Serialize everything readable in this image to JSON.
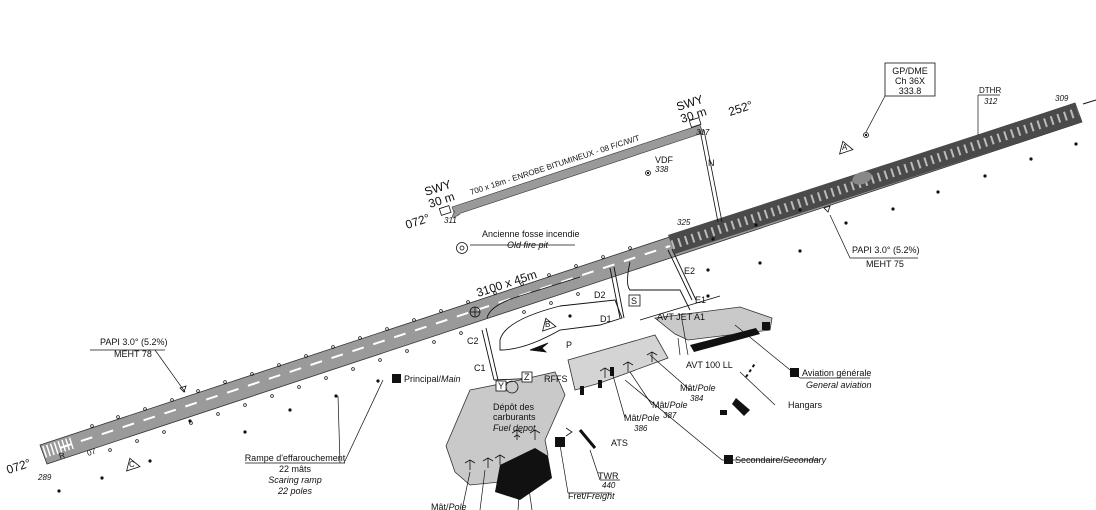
{
  "runway": {
    "dimensions": "3100 x 45m",
    "threshold_west_heading": "072°",
    "threshold_west_elevation": "289",
    "threshold_east_elevation": "309",
    "dthr_label": "DTHR",
    "dthr_elevation": "312",
    "threshold_marks": [
      "07",
      "R"
    ],
    "elevation_325": "325"
  },
  "secondary_runway": {
    "description": "700 x 18m - ENROBE BITUMINEUX - 08 F/C/W/T",
    "heading_west": "072°",
    "heading_east": "252°",
    "swy_west_label": "SWY",
    "swy_west_length": "30 m",
    "swy_west_elevation": "311",
    "swy_east_label": "SWY",
    "swy_east_length": "30 m",
    "swy_east_elevation": "317",
    "taxi_n_label": "N"
  },
  "navaids": {
    "gp_dme_lines": [
      "GP/DME",
      "Ch 36X",
      "333.8"
    ],
    "vdf_label": "VDF",
    "vdf_elevation": "338",
    "papi_west": "PAPI  3.0° (5.2%)",
    "meht_west": "MEHT 78",
    "papi_east": "PAPI  3.0° (5.2%)",
    "meht_east": "MEHT 75"
  },
  "taxiways": [
    "C1",
    "C2",
    "D1",
    "D2",
    "E1",
    "E2",
    "P"
  ],
  "markers": {
    "s": "S",
    "y": "Y",
    "z": "Z",
    "a": "A",
    "b": "B",
    "c": "C"
  },
  "labels": {
    "old_fire_pit_fr": "Ancienne fosse incendie",
    "old_fire_pit_en": "Old fire pit",
    "principal_main_fr": "Principal/",
    "principal_main_en": "Main",
    "fuel_depot_fr_1": "Dépôt des",
    "fuel_depot_fr_2": "carburants",
    "fuel_depot_en": "Fuel depot",
    "rffs": "RFFS",
    "avt_jet": "AVT JET A1",
    "avt_100": "AVT 100 LL",
    "aviation_generale_fr": "Aviation générale",
    "aviation_generale_en": "General aviation",
    "hangars": "Hangars",
    "secondaire_fr": "Secondaire/",
    "secondaire_en": "Secondary",
    "scaring_ramp_fr_1": "Rampe d'effarouchement",
    "scaring_ramp_fr_2": "22 mâts",
    "scaring_ramp_en_1": "Scaring ramp",
    "scaring_ramp_en_2": "22 poles",
    "ats": "ATS",
    "twr": "TWR",
    "twr_elevation": "440",
    "freight_fr": "Fret/",
    "freight_en": "Freight",
    "mat_pole_fr": "Mât/",
    "mat_pole_en": "Pole",
    "pole_384": "384",
    "pole_387": "387",
    "pole_386": "386",
    "p_badge": "P"
  },
  "colors": {
    "runway": "#9a9a9a",
    "apron": "#c9c9c9",
    "building": "#111111",
    "ink": "#111111"
  }
}
